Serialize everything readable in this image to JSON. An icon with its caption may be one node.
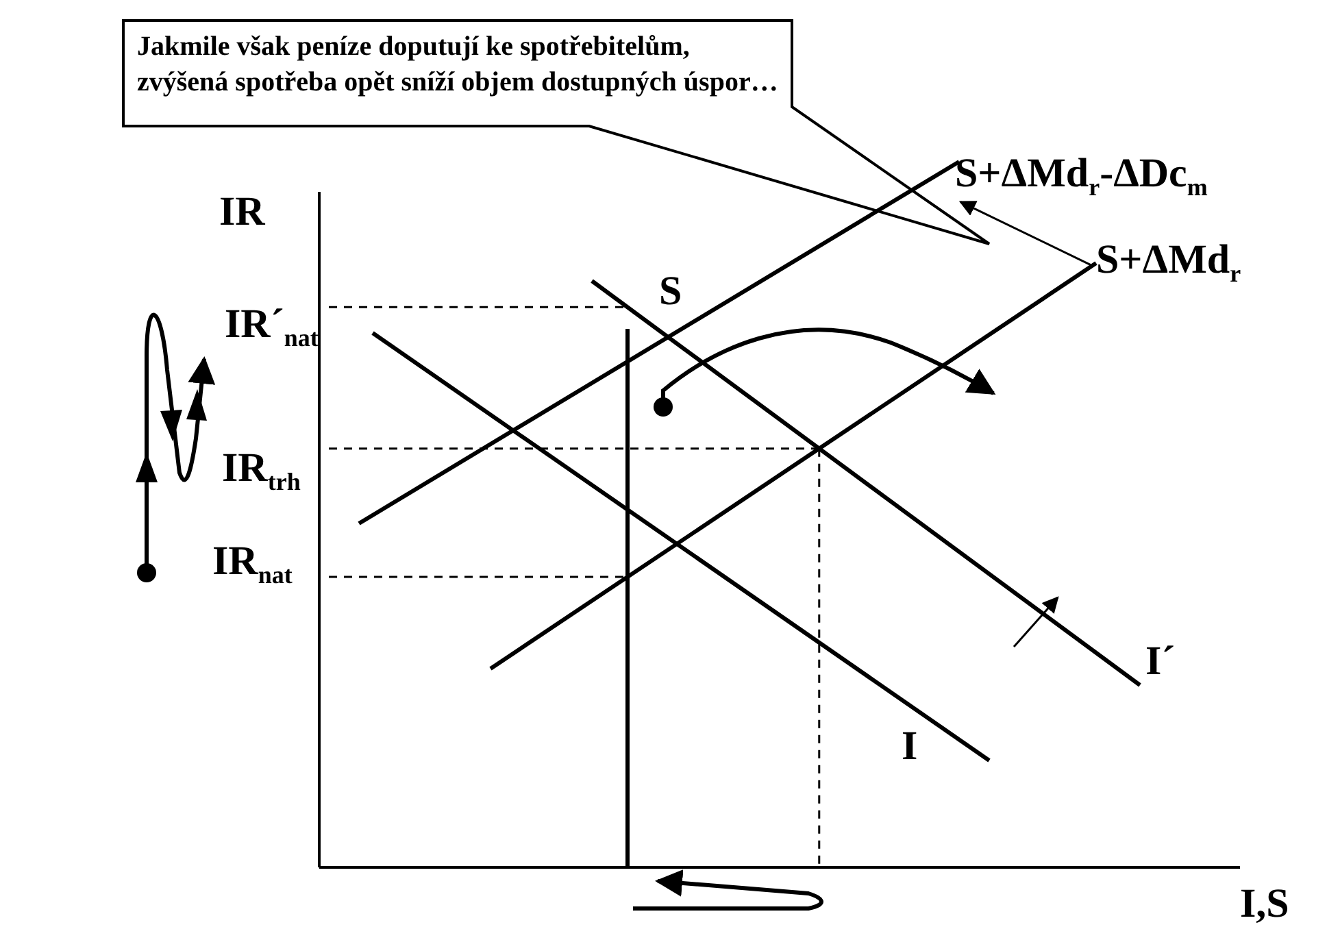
{
  "diagram": {
    "nodes": [
      {
        "text": [
          "Jakmile však peníze doputují ke spotřebitelům, zvýšená spotřeba opět sníží objem dostupných úspor…"
        ]
      },
      {
        "text": [
          "S+ΔMd$_{r}$-ΔDc$_{m}$"
        ]
      },
      {
        "text": [
          "S+ΔMd$_{r}$"
        ]
      }
    ],
    "edges": [
      {
        "from": 2,
        "to": 1,
        "arrow": "to"
      }
    ],
    "labels": [
      "IR",
      "S",
      "IR´$_{nat}$",
      "IR$_{trh}$",
      "IR$_{nat}$",
      "I",
      "I´",
      "I,S"
    ]
  }
}
